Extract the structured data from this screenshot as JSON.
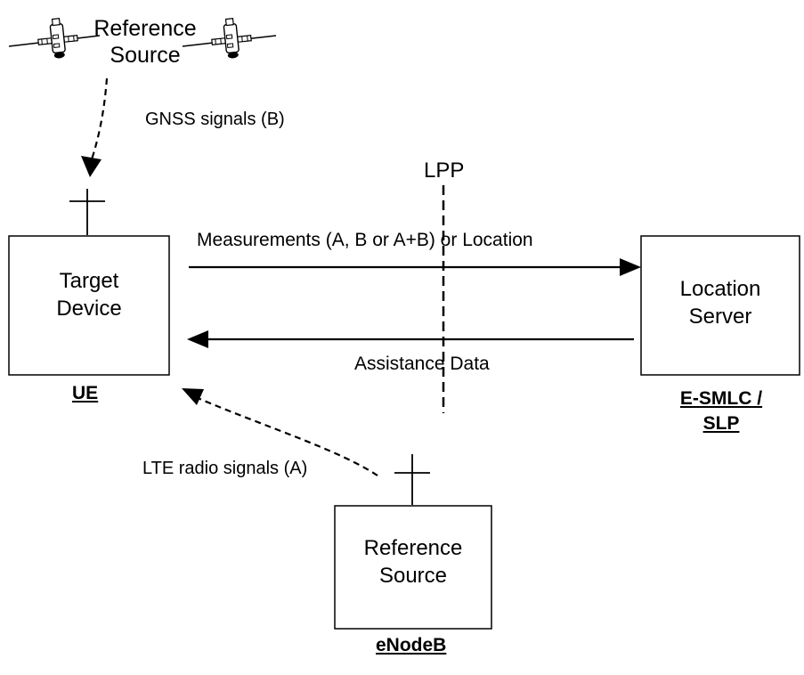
{
  "satellite_source": {
    "line1": "Reference",
    "line2": "Source"
  },
  "gnss_label": "GNSS signals (B)",
  "lpp_label": "LPP",
  "measurements_label": "Measurements (A, B or A+B) or Location",
  "assistance_label": "Assistance Data",
  "target": {
    "line1": "Target",
    "line2": "Device",
    "id": "UE"
  },
  "server": {
    "line1": "Location",
    "line2": "Server",
    "id_line1": "E-SMLC /",
    "id_line2": "SLP"
  },
  "lte_label": "LTE radio signals (A)",
  "enodeb": {
    "line1": "Reference",
    "line2": "Source",
    "id": "eNodeB"
  }
}
